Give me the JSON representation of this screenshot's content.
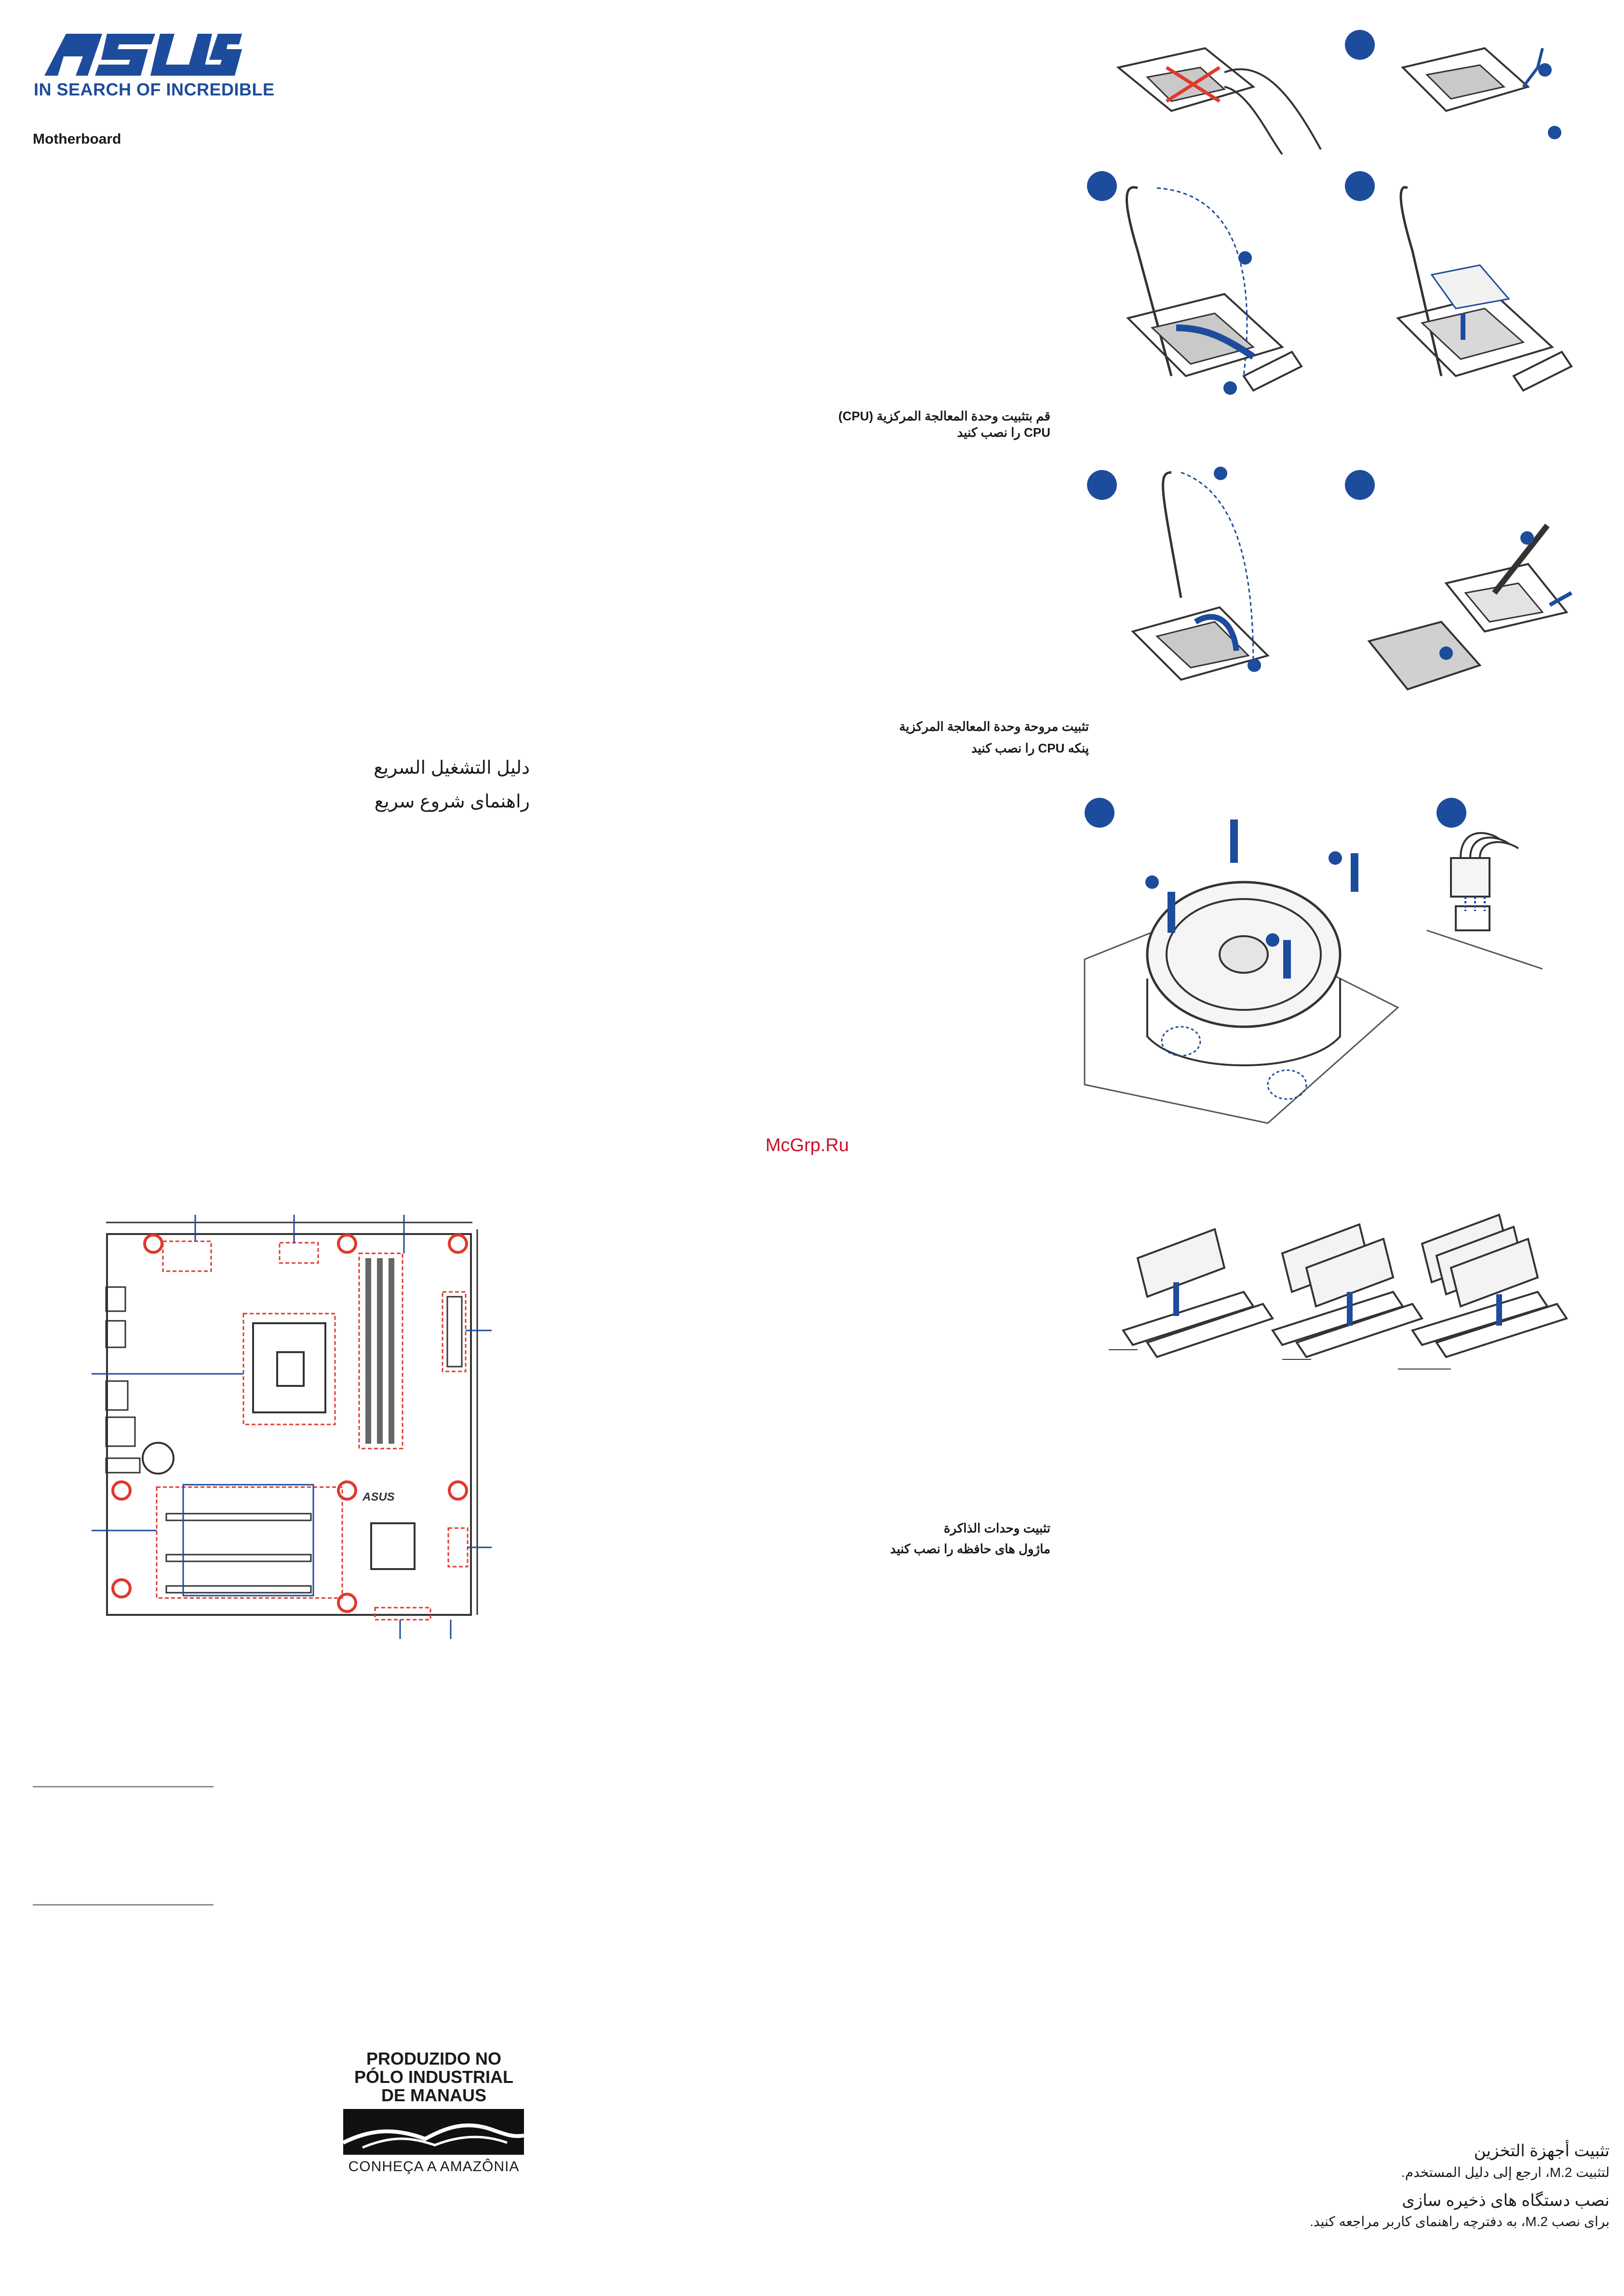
{
  "header": {
    "logo_text": "ASUS",
    "tagline": "IN SEARCH OF INCREDIBLE",
    "product_label": "Motherboard",
    "brand_color": "#1d4c9c"
  },
  "titles": {
    "arabic": "دليل التشغيل السريع",
    "persian": "راهنمای شروع سریع"
  },
  "sections": {
    "cpu": {
      "arabic": "قم بتثبيت وحدة المعالجة المركزية (CPU)",
      "persian": "CPU را نصب کنید"
    },
    "cooler": {
      "arabic": "تثبيت مروحة وحدة المعالجة المركزية",
      "persian": "پنکه CPU را نصب کنید"
    },
    "memory": {
      "arabic": "تثبيت وحدات الذاكرة",
      "persian": "ماژول های حافظه را نصب کنید"
    },
    "storage": {
      "arabic_title": "تثبيت أجهزة التخزين",
      "arabic_body": "لتثبيت M.2، ارجع إلى دليل المستخدم.",
      "persian_title": "نصب دستگاه های ذخیره سازی",
      "persian_body": "برای نصب M.2، به دفترچه راهنمای کاربر مراجعه کنید."
    }
  },
  "watermark": "McGrp.Ru",
  "manaus_badge": {
    "line1": "PRODUZIDO NO",
    "line2": "PÓLO INDUSTRIAL",
    "line3": "DE MANAUS",
    "footer": "CONHEÇA A AMAZÔNIA"
  },
  "board_silkscreen": {
    "logo": "ASUS"
  }
}
